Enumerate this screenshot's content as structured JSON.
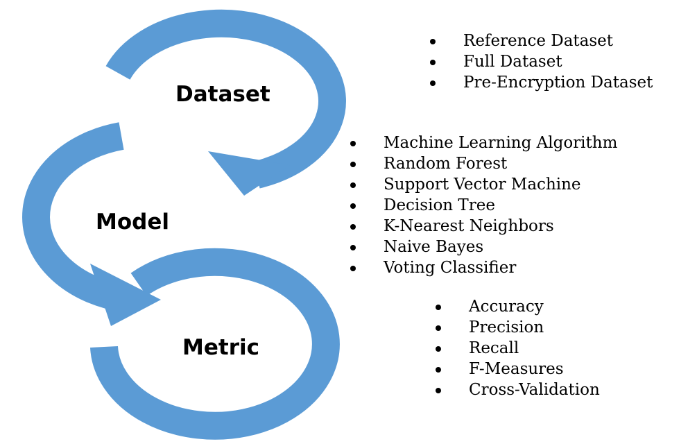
{
  "colors": {
    "ring": "#5b9bd5",
    "text": "#000000",
    "background": "#ffffff"
  },
  "stages": {
    "dataset": {
      "label": "Dataset",
      "items": [
        "Reference Dataset",
        "Full Dataset",
        "Pre-Encryption Dataset"
      ]
    },
    "model": {
      "label": "Model",
      "items": [
        "Machine Learning Algorithm",
        "Random Forest",
        "Support Vector Machine",
        "Decision Tree",
        "K-Nearest Neighbors",
        "Naive Bayes",
        "Voting Classifier"
      ]
    },
    "metric": {
      "label": "Metric",
      "items": [
        "Accuracy",
        "Precision",
        "Recall",
        "F-Measures",
        "Cross-Validation"
      ]
    }
  }
}
